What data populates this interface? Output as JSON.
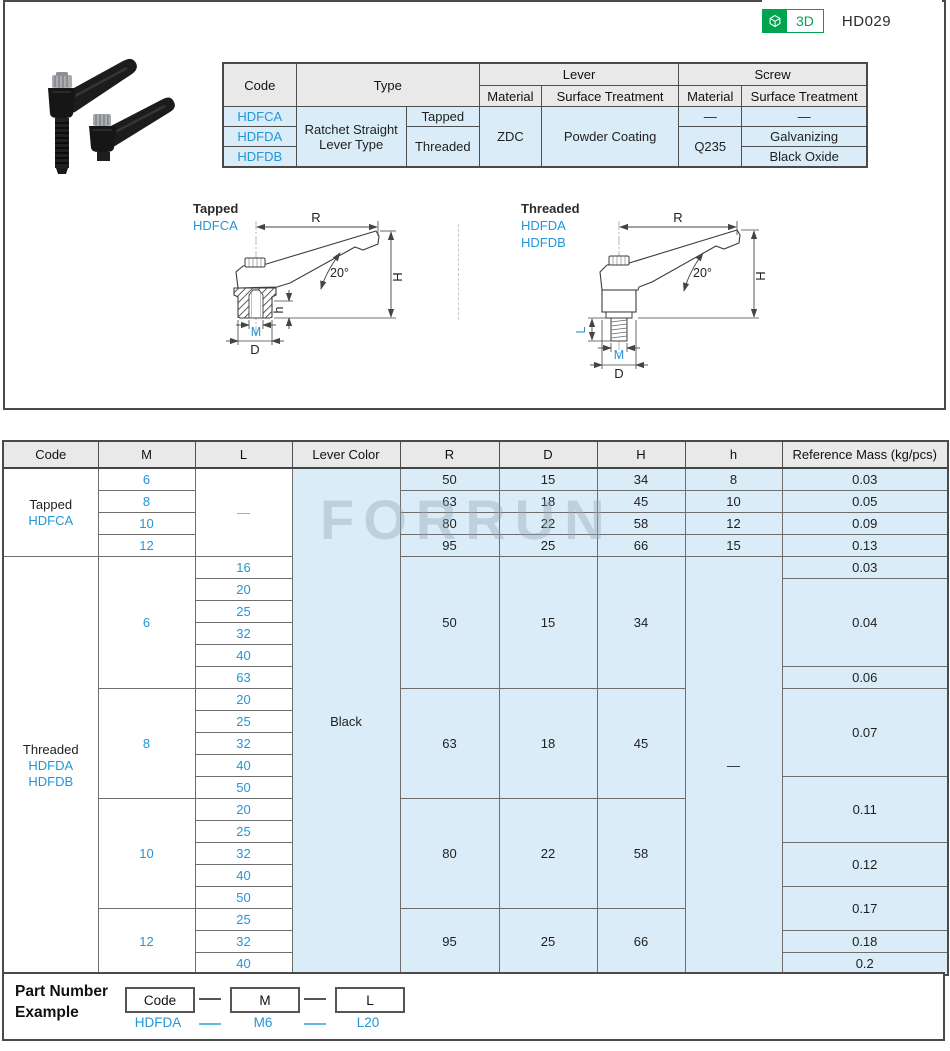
{
  "page": {
    "doc_code": "HD029",
    "badge_3d": "3D",
    "watermark": "FORRUN"
  },
  "colors": {
    "accent_blue": "#2396d5",
    "light_blue_cell": "#daecf7",
    "header_gray": "#e9e9e9",
    "green_3d": "#00a44f",
    "lever_black": "#1c1c1c"
  },
  "top_table": {
    "header_rows": [
      [
        {
          "t": "Code",
          "rs": 2
        },
        {
          "t": "Type",
          "rs": 2,
          "cs": 2
        },
        {
          "t": "Lever",
          "cs": 2
        },
        {
          "t": "Screw",
          "cs": 2
        }
      ],
      [
        {
          "t": "Material"
        },
        {
          "t": "Surface Treatment"
        },
        {
          "t": "Material"
        },
        {
          "t": "Surface Treatment"
        }
      ]
    ],
    "body_rows": [
      [
        {
          "t": "HDFCA",
          "c": "blue"
        },
        {
          "t": "Ratchet Straight Lever Type",
          "rs": 3
        },
        {
          "t": "Tapped"
        },
        {
          "t": "ZDC",
          "rs": 3
        },
        {
          "t": "Powder Coating",
          "rs": 3
        },
        {
          "t": "—"
        },
        {
          "t": "—"
        }
      ],
      [
        {
          "t": "HDFDA",
          "c": "blue"
        },
        {
          "t": "Threaded",
          "rs": 2
        },
        {
          "t": "Q235",
          "rs": 2
        },
        {
          "t": "Galvanizing"
        }
      ],
      [
        {
          "t": "HDFDB",
          "c": "blue"
        },
        {
          "t": "Black Oxide"
        }
      ]
    ]
  },
  "diagrams": {
    "tapped": {
      "title": "Tapped",
      "codes": [
        "HDFCA"
      ],
      "dims": {
        "r": "R",
        "h_cap": "H",
        "angle": "20°",
        "h_small": "h",
        "m": "M",
        "d": "D"
      }
    },
    "threaded": {
      "title": "Threaded",
      "codes": [
        "HDFDA",
        "HDFDB"
      ],
      "dims": {
        "r": "R",
        "h_cap": "H",
        "angle": "20°",
        "l": "L",
        "m": "M",
        "d": "D"
      }
    }
  },
  "main_table": {
    "header_rows": [
      [
        {
          "t": "Code"
        },
        {
          "t": "M"
        },
        {
          "t": "L"
        },
        {
          "t": "Lever Color"
        },
        {
          "t": "R"
        },
        {
          "t": "D"
        },
        {
          "t": "H"
        },
        {
          "t": "h"
        },
        {
          "t": "Reference Mass (kg/pcs)"
        }
      ]
    ],
    "body_rows": [
      [
        {
          "lines": [
            {
              "t": "Tapped"
            },
            {
              "t": "HDFCA",
              "c": "blue"
            }
          ],
          "rs": 4
        },
        {
          "t": "6",
          "c": "blue"
        },
        {
          "t": "—",
          "c": "dashblue",
          "rs": 4
        },
        {
          "t": "Black",
          "rs": 23,
          "c": "b"
        },
        {
          "t": "50",
          "c": "b"
        },
        {
          "t": "15",
          "c": "b"
        },
        {
          "t": "34",
          "c": "b"
        },
        {
          "t": "8",
          "c": "b"
        },
        {
          "t": "0.03",
          "c": "b"
        }
      ],
      [
        {
          "t": "8",
          "c": "blue"
        },
        {
          "t": "63",
          "c": "b"
        },
        {
          "t": "18",
          "c": "b"
        },
        {
          "t": "45",
          "c": "b"
        },
        {
          "t": "10",
          "c": "b"
        },
        {
          "t": "0.05",
          "c": "b"
        }
      ],
      [
        {
          "t": "10",
          "c": "blue"
        },
        {
          "t": "80",
          "c": "b"
        },
        {
          "t": "22",
          "c": "b"
        },
        {
          "t": "58",
          "c": "b"
        },
        {
          "t": "12",
          "c": "b"
        },
        {
          "t": "0.09",
          "c": "b"
        }
      ],
      [
        {
          "t": "12",
          "c": "blue"
        },
        {
          "t": "95",
          "c": "b"
        },
        {
          "t": "25",
          "c": "b"
        },
        {
          "t": "66",
          "c": "b"
        },
        {
          "t": "15",
          "c": "b"
        },
        {
          "t": "0.13",
          "c": "b"
        }
      ],
      [
        {
          "lines": [
            {
              "t": "Threaded"
            },
            {
              "t": "HDFDA",
              "c": "blue"
            },
            {
              "t": "HDFDB",
              "c": "blue"
            }
          ],
          "rs": 19
        },
        {
          "t": "6",
          "c": "blue",
          "rs": 6
        },
        {
          "t": "16",
          "c": "blue"
        },
        {
          "t": "50",
          "c": "b",
          "rs": 6
        },
        {
          "t": "15",
          "c": "b",
          "rs": 6
        },
        {
          "t": "34",
          "c": "b",
          "rs": 6
        },
        {
          "t": "—",
          "c": "b",
          "rs": 19
        },
        {
          "t": "0.03",
          "c": "b"
        }
      ],
      [
        {
          "t": "20",
          "c": "blue"
        },
        {
          "t": "0.04",
          "c": "b",
          "rs": 4
        }
      ],
      [
        {
          "t": "25",
          "c": "blue"
        }
      ],
      [
        {
          "t": "32",
          "c": "blue"
        }
      ],
      [
        {
          "t": "40",
          "c": "blue"
        }
      ],
      [
        {
          "t": "63",
          "c": "blue"
        },
        {
          "t": "0.06",
          "c": "b"
        }
      ],
      [
        {
          "t": "8",
          "c": "blue",
          "rs": 5
        },
        {
          "t": "20",
          "c": "blue"
        },
        {
          "t": "63",
          "c": "b",
          "rs": 5
        },
        {
          "t": "18",
          "c": "b",
          "rs": 5
        },
        {
          "t": "45",
          "c": "b",
          "rs": 5
        },
        {
          "t": "0.07",
          "c": "b",
          "rs": 4
        }
      ],
      [
        {
          "t": "25",
          "c": "blue"
        }
      ],
      [
        {
          "t": "32",
          "c": "blue"
        }
      ],
      [
        {
          "t": "40",
          "c": "blue"
        }
      ],
      [
        {
          "t": "50",
          "c": "blue"
        },
        {
          "t": "0.11",
          "c": "b",
          "rs": 3
        }
      ],
      [
        {
          "t": "10",
          "c": "blue",
          "rs": 5
        },
        {
          "t": "20",
          "c": "blue"
        },
        {
          "t": "80",
          "c": "b",
          "rs": 5
        },
        {
          "t": "22",
          "c": "b",
          "rs": 5
        },
        {
          "t": "58",
          "c": "b",
          "rs": 5
        }
      ],
      [
        {
          "t": "25",
          "c": "blue"
        }
      ],
      [
        {
          "t": "32",
          "c": "blue"
        },
        {
          "t": "0.12",
          "c": "b",
          "rs": 2
        }
      ],
      [
        {
          "t": "40",
          "c": "blue"
        }
      ],
      [
        {
          "t": "50",
          "c": "blue"
        },
        {
          "t": "0.17",
          "c": "b",
          "rs": 2
        }
      ],
      [
        {
          "t": "12",
          "c": "blue",
          "rs": 3
        },
        {
          "t": "25",
          "c": "blue"
        },
        {
          "t": "95",
          "c": "b",
          "rs": 3
        },
        {
          "t": "25",
          "c": "b",
          "rs": 3
        },
        {
          "t": "66",
          "c": "b",
          "rs": 3
        }
      ],
      [
        {
          "t": "32",
          "c": "blue"
        },
        {
          "t": "0.18",
          "c": "b"
        }
      ],
      [
        {
          "t": "40",
          "c": "blue"
        },
        {
          "t": "0.2",
          "c": "b"
        }
      ]
    ]
  },
  "part_number_example": {
    "label_line1": "Part Number",
    "label_line2": "Example",
    "boxes": [
      "Code",
      "M",
      "L"
    ],
    "example": [
      "HDFDA",
      "M6",
      "L20"
    ]
  }
}
